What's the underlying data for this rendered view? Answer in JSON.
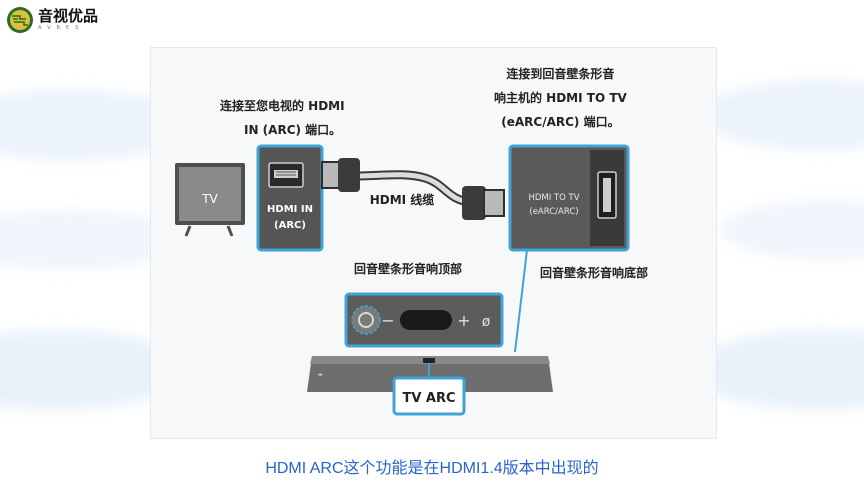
{
  "brand": {
    "name_cn": "音视优品",
    "name_en": "AVBES"
  },
  "diagram": {
    "tv_label": "TV",
    "tv_port_callout_line1": "连接至您电视的 HDMI",
    "tv_port_callout_line2": "IN (ARC) 端口。",
    "tv_port_line1": "HDMI IN",
    "tv_port_line2": "(ARC)",
    "cable_label": "HDMI 线缆",
    "soundbar_port_callout_line1": "连接到回音壁条形音",
    "soundbar_port_callout_line2": "响主机的 HDMI TO TV",
    "soundbar_port_callout_line3": "(eARC/ARC) 端口。",
    "soundbar_port_line1": "HDMI TO TV",
    "soundbar_port_line2": "(eARC/ARC)",
    "top_label": "回音壁条形音响顶部",
    "bottom_label": "回音壁条形音响底部",
    "minus_symbol": "−",
    "plus_symbol": "+",
    "mute_symbol": "ø",
    "indicator_label": "TV ARC"
  },
  "caption": "HDMI ARC这个功能是在HDMI1.4版本中出现的",
  "colors": {
    "highlight": "#3fa3d8",
    "caption": "#2b63cc",
    "device_gray": "#6e6e6e"
  },
  "icons": [
    "logo-mark",
    "hdmi-connector-icon",
    "power-button-icon"
  ]
}
